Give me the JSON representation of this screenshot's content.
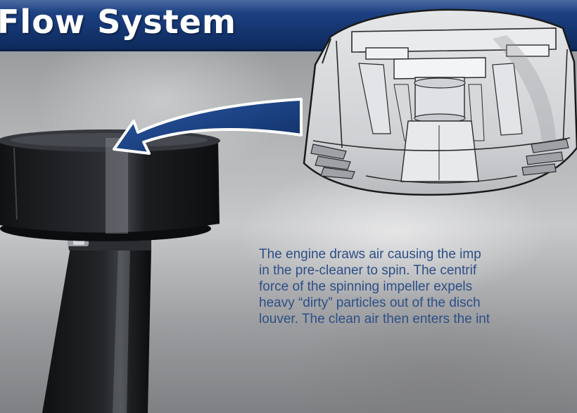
{
  "header": {
    "title": "Flow System"
  },
  "illustration": {
    "precleaner_color": "#1d1e21",
    "arrow_color": "#13386f",
    "callout_color": "#d4d6d9"
  },
  "description": {
    "lines": [
      "The engine draws air causing the imp",
      "in the pre-cleaner to spin.  The centrif",
      "force of the spinning impeller expels",
      "heavy “dirty” particles out of the disch",
      "louver.  The clean air then enters the int"
    ]
  }
}
